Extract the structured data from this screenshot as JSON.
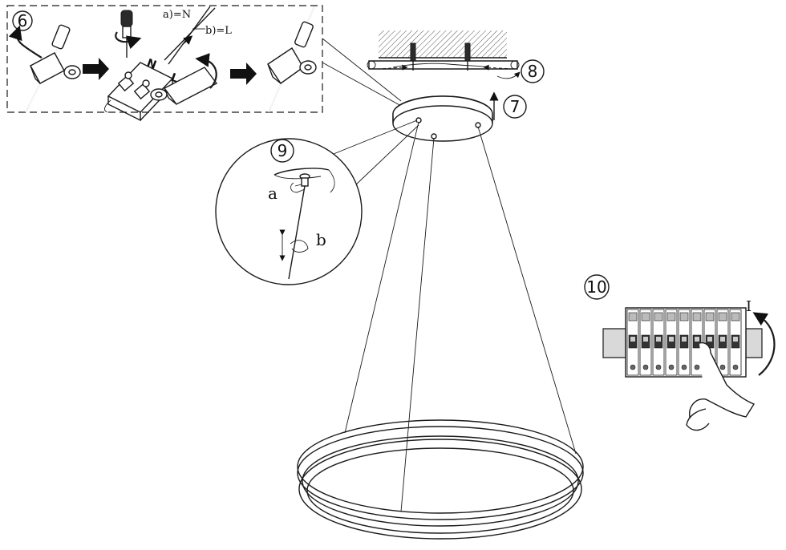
{
  "steps": {
    "s6": "6",
    "s7": "7",
    "s8": "8",
    "s9": "9",
    "s10": "10"
  },
  "wiring": {
    "label_a": "a)=N",
    "label_b": "b)=L",
    "terminal_n": "N",
    "terminal_l": "L"
  },
  "detail9": {
    "label_a": "a",
    "label_b": "b"
  },
  "breaker": {
    "on_label": "I"
  },
  "colors": {
    "line": "#1a1a1a",
    "background": "#ffffff"
  }
}
